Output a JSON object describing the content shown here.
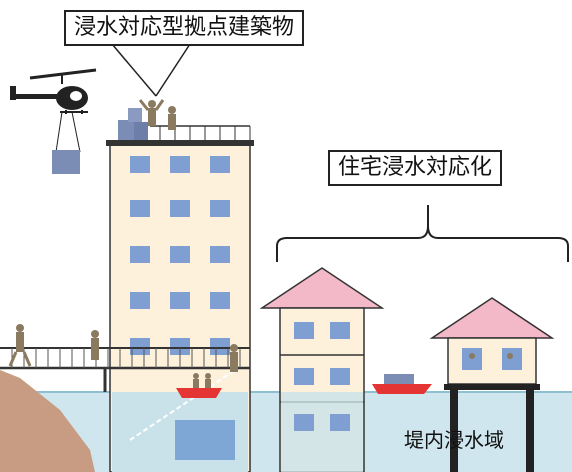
{
  "labels": {
    "base_building": "浸水対応型拠点建築物",
    "housing": "住宅浸水対応化",
    "flood_area": "堤内浸水域"
  },
  "colors": {
    "water": "#cfe6ee",
    "building_wall": "#fdf1dc",
    "window": "#7f9fd3",
    "roof": "#f4b9c8",
    "ground": "#c79c82",
    "boat": "#e53434",
    "person": "#8a7a60"
  },
  "icons": {
    "helicopter": "helicopter-icon",
    "cargo": "supply-crate-icon"
  }
}
